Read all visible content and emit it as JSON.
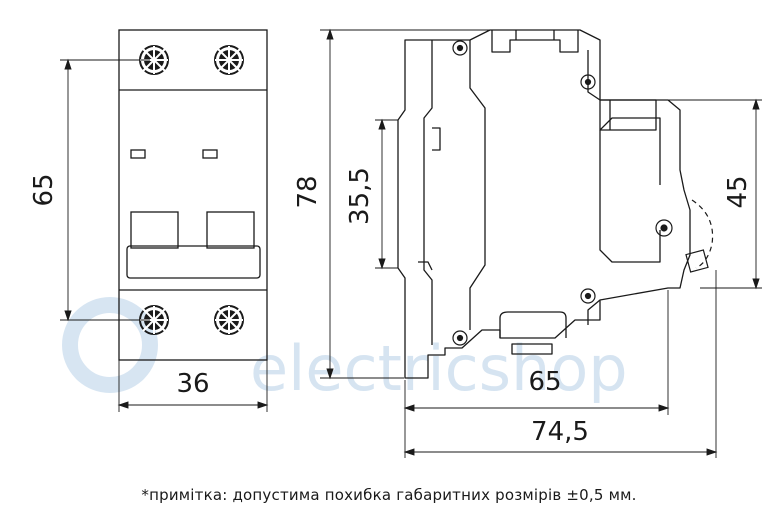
{
  "dimensions": {
    "height_front": "65",
    "width_front": "36",
    "height_total": "78",
    "rail_height": "35,5",
    "depth_body": "65",
    "depth_total": "74,5",
    "lever_height": "45"
  },
  "watermark": "electricshop",
  "note": "*примітка: допустима похибка габаритних розмірів ±0,5 мм.",
  "colors": {
    "line": "#1a1a1a",
    "watermark": "#c9dced"
  }
}
